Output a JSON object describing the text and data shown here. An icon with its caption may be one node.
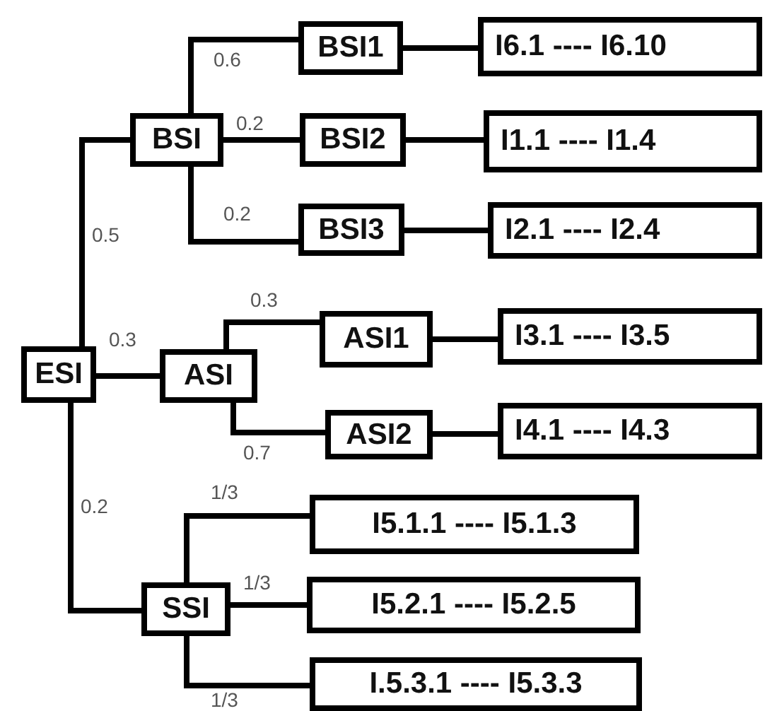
{
  "diagram": {
    "nodes": [
      {
        "text": [
          "ESI"
        ]
      },
      {
        "text": [
          "BSI"
        ]
      },
      {
        "text": [
          "BSI1"
        ]
      },
      {
        "text": [
          "I6.1 ---- I6.10"
        ]
      },
      {
        "text": [
          "BSI2"
        ]
      },
      {
        "text": [
          "I1.1 ---- I1.4"
        ]
      },
      {
        "text": [
          "BSI3"
        ]
      },
      {
        "text": [
          "I2.1 ---- I2.4"
        ]
      },
      {
        "text": [
          "ASI"
        ]
      },
      {
        "text": [
          "ASI1"
        ]
      },
      {
        "text": [
          "I3.1 ---- I3.5"
        ]
      },
      {
        "text": [
          "ASI2"
        ]
      },
      {
        "text": [
          "I4.1 ---- I4.3"
        ]
      },
      {
        "text": [
          "SSI"
        ]
      },
      {
        "text": [
          "I5.1.1 ---- I5.1.3"
        ]
      },
      {
        "text": [
          "I5.2.1 ---- I5.2.5"
        ]
      },
      {
        "text": [
          "I.5.3.1 ---- I5.3.3"
        ]
      }
    ],
    "edges": [
      {
        "from": 0,
        "to": 1,
        "arrow": "none",
        "label": "0.5"
      },
      {
        "from": 0,
        "to": 8,
        "arrow": "none",
        "label": "0.3"
      },
      {
        "from": 0,
        "to": 13,
        "arrow": "none",
        "label": "0.2"
      },
      {
        "from": 1,
        "to": 2,
        "arrow": "none",
        "label": "0.6"
      },
      {
        "from": 1,
        "to": 4,
        "arrow": "none",
        "label": "0.2"
      },
      {
        "from": 1,
        "to": 6,
        "arrow": "none",
        "label": "0.2"
      },
      {
        "from": 2,
        "to": 3,
        "arrow": "none"
      },
      {
        "from": 4,
        "to": 5,
        "arrow": "none"
      },
      {
        "from": 6,
        "to": 7,
        "arrow": "none"
      },
      {
        "from": 8,
        "to": 9,
        "arrow": "none",
        "label": "0.3"
      },
      {
        "from": 8,
        "to": 11,
        "arrow": "none",
        "label": "0.7"
      },
      {
        "from": 9,
        "to": 10,
        "arrow": "none"
      },
      {
        "from": 11,
        "to": 12,
        "arrow": "none"
      },
      {
        "from": 13,
        "to": 14,
        "arrow": "none",
        "label": "1/3"
      },
      {
        "from": 13,
        "to": 15,
        "arrow": "none",
        "label": "1/3"
      },
      {
        "from": 13,
        "to": 16,
        "arrow": "none",
        "label": "1/3"
      }
    ]
  }
}
